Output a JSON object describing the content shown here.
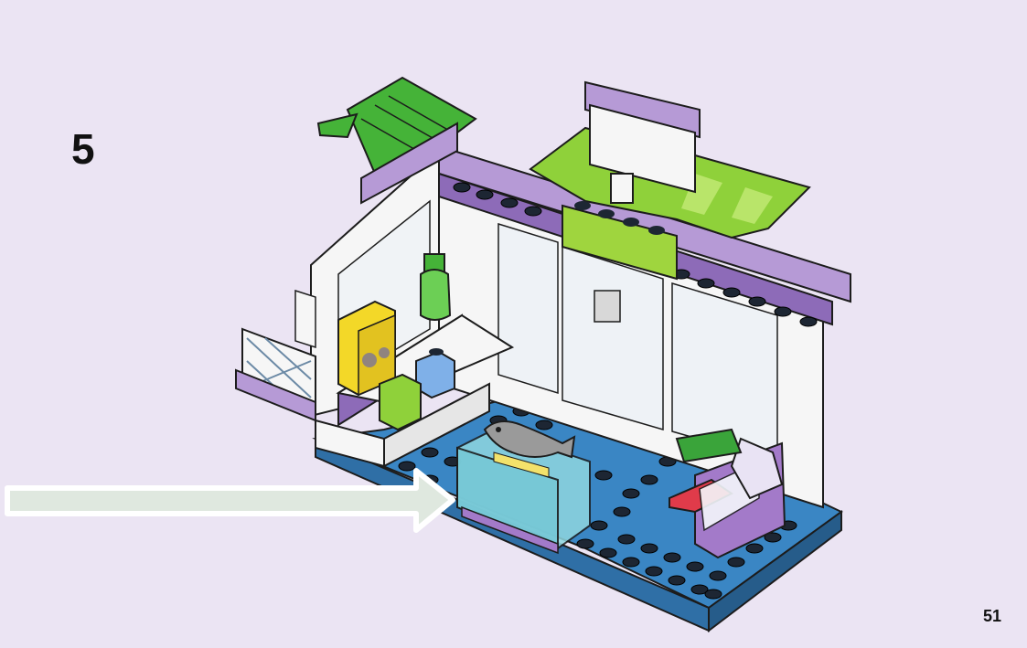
{
  "step": {
    "number": "5"
  },
  "page": {
    "number": "51"
  },
  "illustration": {
    "subject": "lego-supermarket-build",
    "parts_added": [
      "fish-display-tank",
      "fish-piece"
    ],
    "callout": "arrow-pointing-to-new-part"
  },
  "colors": {
    "background": "#ebe4f3",
    "arrow_fill": "#dfe8df",
    "base_plate": "#3a86c4",
    "lavender": "#b69ad6",
    "lime": "#8fd13a",
    "dark_green": "#45b338",
    "yellow": "#f3d828",
    "white_brick": "#f6f6f6"
  }
}
